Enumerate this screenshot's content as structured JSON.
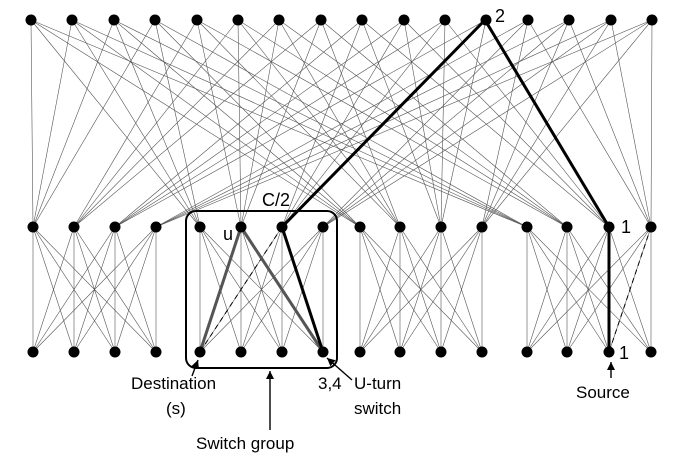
{
  "labels": {
    "top_node": "2",
    "mid_node": "1",
    "bottom_node": "1",
    "c_half": "C/2",
    "u": "u",
    "three_four": "3,4",
    "destination": "Destination",
    "destination_s": "(s)",
    "uturn_1": "U-turn",
    "uturn_2": "switch",
    "source": "Source",
    "switch_group": "Switch group"
  },
  "colors": {
    "node": "#000000",
    "edge": "#555555",
    "path": "#000000",
    "path_gray": "#555555"
  }
}
